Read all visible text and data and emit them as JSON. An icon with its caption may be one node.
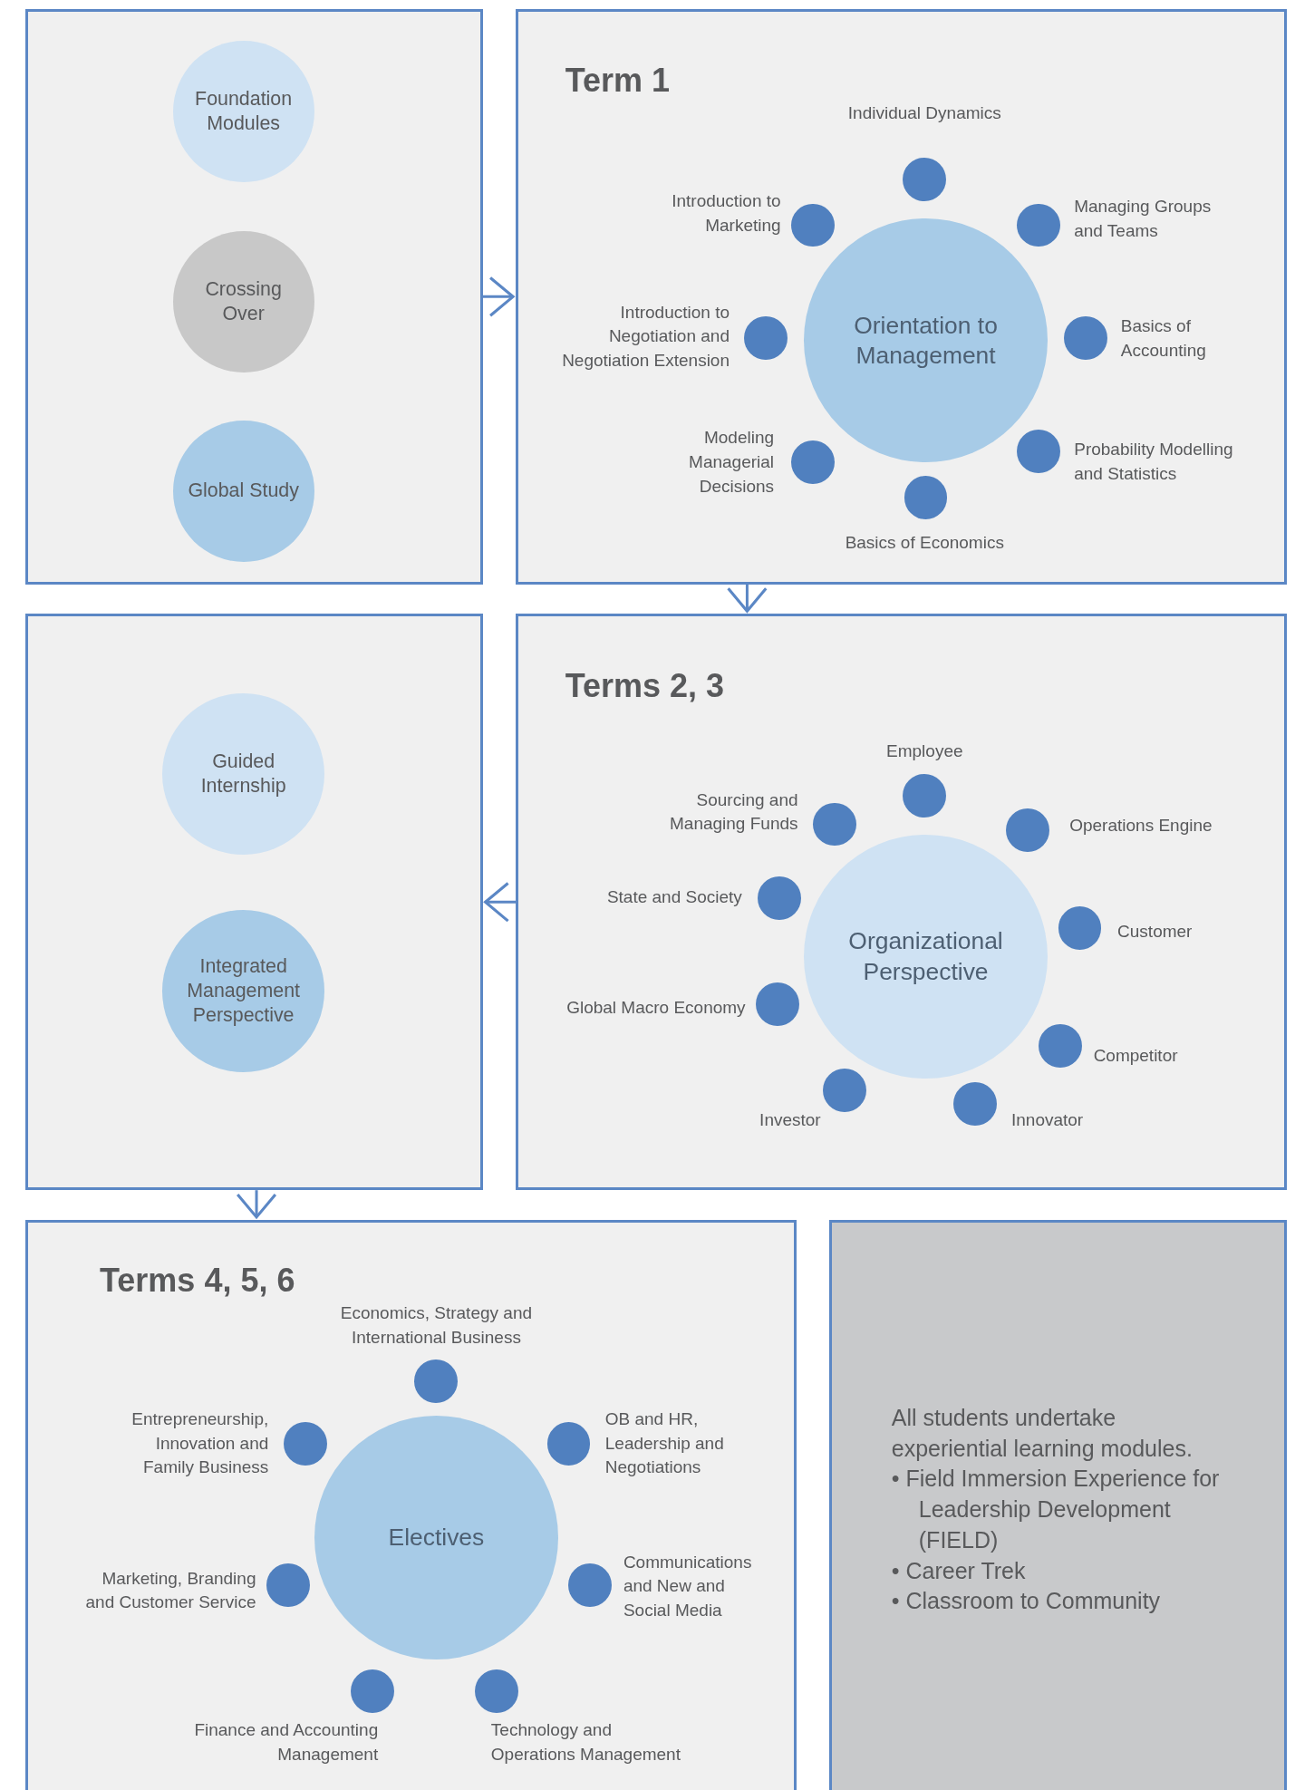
{
  "diagram": {
    "nodes": [
      {
        "text": [],
        "shape": "box"
      },
      {
        "text": [
          "Foundation Modules"
        ],
        "in": 0
      },
      {
        "text": [
          "Crossing Over"
        ],
        "in": 0
      },
      {
        "text": [
          "Global Study"
        ],
        "in": 0
      },
      {
        "text": [
          "Term 1"
        ]
      },
      {
        "text": [
          "Orientation to Management"
        ],
        "in": 4
      },
      {
        "text": [],
        "shape": "circle",
        "in": 4,
        "beside": [
          "Individual Dynamics"
        ]
      },
      {
        "text": [],
        "shape": "circle",
        "in": 4,
        "beside": [
          "Introduction to Marketing"
        ]
      },
      {
        "text": [],
        "shape": "circle",
        "in": 4,
        "beside": [
          "Managing Groups and Teams"
        ]
      },
      {
        "text": [],
        "shape": "circle",
        "in": 4,
        "beside": [
          "Introduction to Negotiation and Negotiation Extension"
        ]
      },
      {
        "text": [],
        "shape": "circle",
        "in": 4,
        "beside": [
          "Basics of Accounting"
        ]
      },
      {
        "text": [],
        "shape": "circle",
        "in": 4,
        "beside": [
          "Modeling Managerial Decisions"
        ]
      },
      {
        "text": [],
        "shape": "circle",
        "in": 4,
        "beside": [
          "Probability Modelling and Statistics"
        ]
      },
      {
        "text": [],
        "shape": "circle",
        "in": 4,
        "beside": [
          "Basics of Economics"
        ]
      },
      {
        "text": [],
        "shape": "box"
      },
      {
        "text": [
          "Guided Internship"
        ],
        "in": 14
      },
      {
        "text": [
          "Integrated Management Perspective"
        ],
        "in": 14
      },
      {
        "text": [
          "Terms 2, 3"
        ]
      },
      {
        "text": [
          "Organizational Perspective"
        ],
        "in": 17
      },
      {
        "text": [],
        "shape": "circle",
        "in": 17,
        "beside": [
          "Employee"
        ]
      },
      {
        "text": [],
        "shape": "circle",
        "in": 17,
        "beside": [
          "Sourcing and Managing Funds"
        ]
      },
      {
        "text": [],
        "shape": "circle",
        "in": 17,
        "beside": [
          "Operations Engine"
        ]
      },
      {
        "text": [],
        "shape": "circle",
        "in": 17,
        "beside": [
          "State and Society"
        ]
      },
      {
        "text": [],
        "shape": "circle",
        "in": 17,
        "beside": [
          "Customer"
        ]
      },
      {
        "text": [],
        "shape": "circle",
        "in": 17,
        "beside": [
          "Global Macro Economy"
        ]
      },
      {
        "text": [],
        "shape": "circle",
        "in": 17,
        "beside": [
          "Competitor"
        ]
      },
      {
        "text": [],
        "shape": "circle",
        "in": 17,
        "beside": [
          "Investor"
        ]
      },
      {
        "text": [],
        "shape": "circle",
        "in": 17,
        "beside": [
          "Innovator"
        ]
      },
      {
        "text": [
          "Terms 4, 5, 6"
        ]
      },
      {
        "text": [
          "Electives"
        ],
        "in": 28
      },
      {
        "text": [],
        "shape": "circle",
        "in": 28,
        "beside": [
          "Economics, Strategy and International Business"
        ]
      },
      {
        "text": [],
        "shape": "circle",
        "in": 28,
        "beside": [
          "Entrepreneurship, Innovation and Family Business"
        ]
      },
      {
        "text": [],
        "shape": "circle",
        "in": 28,
        "beside": [
          "OB and HR, Leadership and Negotiations"
        ]
      },
      {
        "text": [],
        "shape": "circle",
        "in": 28,
        "beside": [
          "Marketing, Branding and Customer Service"
        ]
      },
      {
        "text": [],
        "shape": "circle",
        "in": 28,
        "beside": [
          "Communications and New and Social Media"
        ]
      },
      {
        "text": [],
        "shape": "circle",
        "in": 28,
        "beside": [
          "Finance and Accounting Management"
        ]
      },
      {
        "text": [],
        "shape": "circle",
        "in": 28,
        "beside": [
          "Technology and Operations Management"
        ]
      },
      {
        "text": [
          "All students undertake experiential learning modules.",
          "• Field Immersion Experience for Leadership Development (FIELD)",
          "• Career Trek",
          "• Classroom to Community"
        ]
      }
    ],
    "edges": [
      {
        "from": 0,
        "to": 4,
        "arrow": "to"
      },
      {
        "from": 4,
        "to": 17,
        "arrow": "to"
      },
      {
        "from": 17,
        "to": 14,
        "arrow": "to"
      },
      {
        "from": 14,
        "to": 28,
        "arrow": "to"
      }
    ]
  }
}
